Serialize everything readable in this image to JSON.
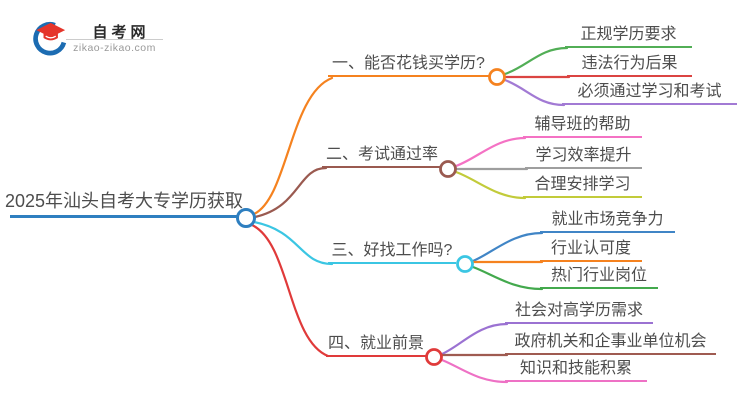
{
  "logo": {
    "site_name": "自考网",
    "site_url": "zikao-zikao.com",
    "icon": "graduation-cap-icon",
    "icon_colors": {
      "swoosh_blue": "#1C6CB2",
      "cap_red": "#E5352B"
    }
  },
  "mindmap": {
    "background": "#ffffff",
    "text_color": "#4d4d4d",
    "root": {
      "label": "2025年汕头自考大专学历获取",
      "color": "#2E7FC0"
    },
    "branches": [
      {
        "label": "一、能否花钱买学历?",
        "color": "#F5821F",
        "children": [
          {
            "label": "正规学历要求",
            "color": "#52AE56"
          },
          {
            "label": "违法行为后果",
            "color": "#DB4442"
          },
          {
            "label": "必须通过学习和考试",
            "color": "#A27AD4"
          }
        ]
      },
      {
        "label": "二、考试通过率",
        "color": "#9A5A50",
        "children": [
          {
            "label": "辅导班的帮助",
            "color": "#F472C4"
          },
          {
            "label": "学习效率提升",
            "color": "#9E9E9E"
          },
          {
            "label": "合理安排学习",
            "color": "#C2CB3A"
          }
        ]
      },
      {
        "label": "三、好找工作吗?",
        "color": "#3BC6E3",
        "children": [
          {
            "label": "就业市场竞争力",
            "color": "#4085C6"
          },
          {
            "label": "行业认可度",
            "color": "#F5821F"
          },
          {
            "label": "热门行业岗位",
            "color": "#43A94D"
          }
        ]
      },
      {
        "label": "四、就业前景",
        "color": "#E03A3A",
        "children": [
          {
            "label": "社会对高学历需求",
            "color": "#9B72D2"
          },
          {
            "label": "政府机关和企事业单位机会",
            "color": "#9F5B51"
          },
          {
            "label": "知识和技能积累",
            "color": "#EE71C5"
          }
        ]
      }
    ]
  }
}
